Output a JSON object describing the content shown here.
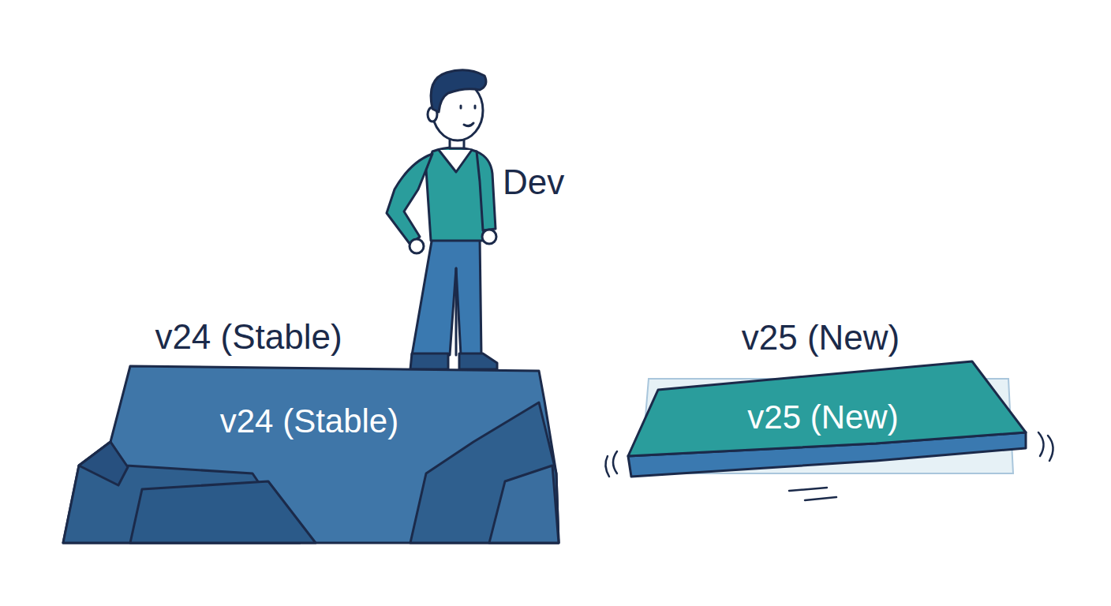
{
  "diagram": {
    "nodes": [
      {
        "text": [
          "v24 (Stable)",
          "v24 (Stable)"
        ]
      },
      {
        "text": [
          "v25 (New)",
          "v25 (New)"
        ]
      }
    ],
    "labels": [
      "Dev"
    ]
  }
}
